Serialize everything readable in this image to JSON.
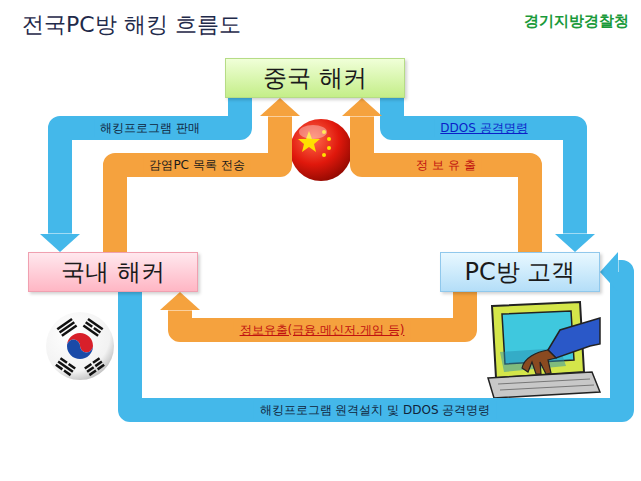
{
  "diagram": {
    "title": "전국PC방 해킹 흐름도",
    "nodes": [
      {
        "text": [
          "중국 해커"
        ]
      },
      {
        "text": [
          "국내 해커"
        ]
      },
      {
        "text": [
          "PC방 고객"
        ]
      }
    ],
    "edges": [
      {
        "from": 0,
        "to": 1,
        "label": "해킹프로그램 판매",
        "arrow": "to"
      },
      {
        "from": 1,
        "to": 0,
        "label": "감염PC 목록 전송",
        "arrow": "to"
      },
      {
        "from": 0,
        "to": 2,
        "label": "DDOS 공격명령",
        "arrow": "to"
      },
      {
        "from": 2,
        "to": 0,
        "label": "정 보 유 출",
        "arrow": "to"
      },
      {
        "from": 2,
        "to": 1,
        "label": "정보유출(금융.메신저.게임 등)",
        "arrow": "to"
      },
      {
        "from": 1,
        "to": 2,
        "label": "해킹프로그램 원격설치 및 DDOS 공격명령",
        "arrow": "to"
      }
    ],
    "labels": [
      "경기지방경찰청"
    ]
  }
}
